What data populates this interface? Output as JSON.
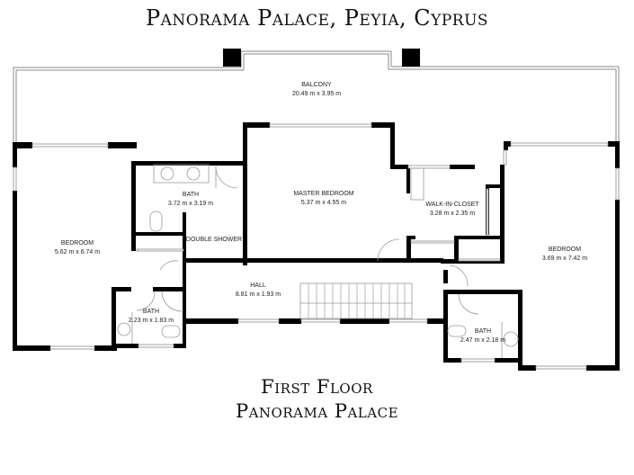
{
  "header": {
    "title": "Panorama Palace, Peyia, Cyprus"
  },
  "footer": {
    "line1": "First Floor",
    "line2": "Panorama Palace"
  },
  "colors": {
    "wall": "#000000",
    "outline": "#8a8a8a",
    "fixture": "#9a9a9a",
    "background": "#ffffff",
    "text": "#222222"
  },
  "rooms": [
    {
      "name": "BALCONY",
      "dims": "20.49 m x 3.95 m"
    },
    {
      "name": "BEDROOM",
      "dims": "5.62 m x 6.74 m"
    },
    {
      "name": "BATH",
      "dims": "3.72 m x 3.19 m"
    },
    {
      "name": "DOUBLE SHOWER",
      "dims": ""
    },
    {
      "name": "MASTER BEDROOM",
      "dims": "5.37 m x 4.55 m"
    },
    {
      "name": "WALK-IN-CLOSET",
      "dims": "3.28 m x 2.35 m"
    },
    {
      "name": "BEDROOM",
      "dims": "3.69 m x 7.42 m"
    },
    {
      "name": "HALL",
      "dims": "8.81 m x 1.93 m"
    },
    {
      "name": "BATH",
      "dims": "2.23 m x 1.83 m"
    },
    {
      "name": "BATH",
      "dims": "2.47 m x 2.18 m"
    }
  ]
}
